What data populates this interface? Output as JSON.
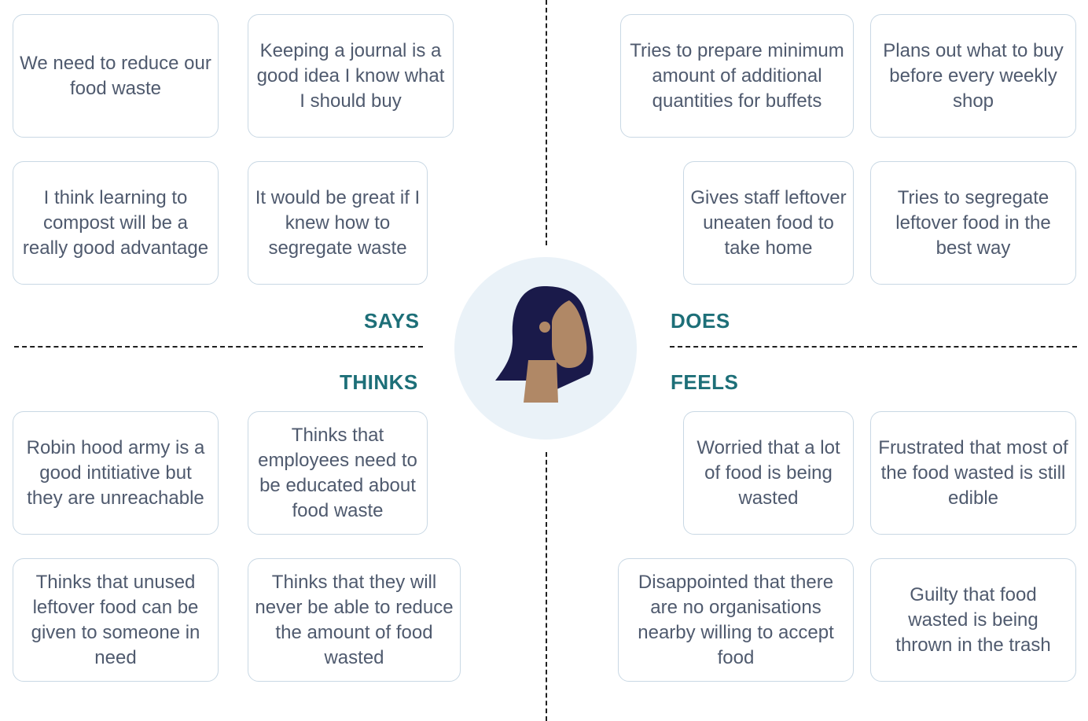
{
  "colors": {
    "accent": "#1d6f78",
    "card_border": "#c9d8e4",
    "card_text": "#4f5a6e",
    "hair": "#1a1a4a",
    "skin": "#b08866",
    "circle": "#eaf2f8"
  },
  "quadrants": {
    "says": {
      "label": "SAYS",
      "cards": [
        "We need to reduce our food waste",
        "Keeping a journal is a good idea I know what I should buy",
        "I think learning to compost will be a really good advantage",
        "It would be great if I knew how to segregate waste"
      ]
    },
    "does": {
      "label": "DOES",
      "cards": [
        "Tries to prepare minimum amount of additional quantities for buffets",
        "Plans out what to buy before every weekly shop",
        "Gives staff leftover uneaten food to take home",
        "Tries to segregate leftover food in the best way"
      ]
    },
    "thinks": {
      "label": "THINKS",
      "cards": [
        "Robin hood army is a good intitiative but they are unreachable",
        "Thinks that employees need to be educated about food waste",
        "Thinks that unused leftover food can be given to someone in need",
        "Thinks that they will never be able to reduce the amount of food wasted"
      ]
    },
    "feels": {
      "label": "FEELS",
      "cards": [
        "Worried that a lot of food is being wasted",
        "Frustrated that most of the food wasted is still edible",
        "Disappointed that there are no organisations nearby willing to accept food",
        "Guilty that food wasted is being thrown in the trash"
      ]
    }
  },
  "center": {
    "icon": "person-avatar-icon"
  }
}
